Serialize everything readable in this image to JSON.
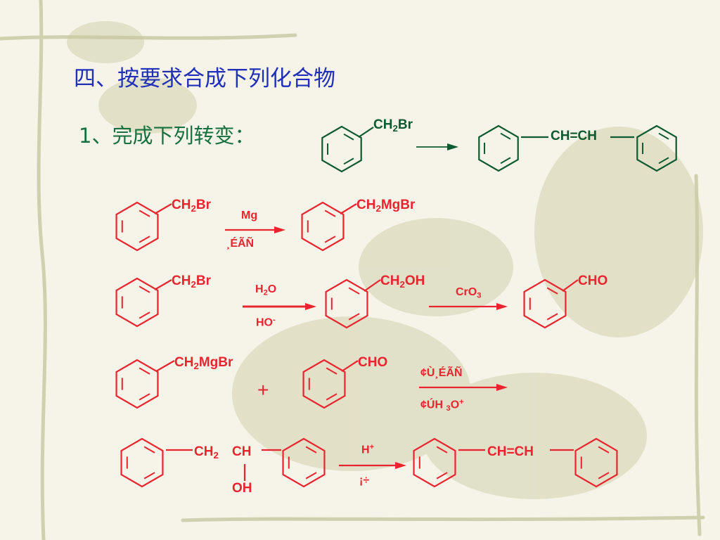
{
  "slide": {
    "title": "四、按要求合成下列化合物",
    "subtitle": "1、完成下列转变："
  },
  "target": {
    "start_group": {
      "pre": "CH",
      "sub": "2",
      "post": "Br"
    },
    "product_group": "CH=CH"
  },
  "steps": [
    {
      "reactant": {
        "pre": "CH",
        "sub": "2",
        "post": "Br"
      },
      "reagent_top": "Mg",
      "reagent_bottom": "¸ÉÃÑ",
      "product": {
        "pre": "CH",
        "sub": "2",
        "post": "MgBr"
      }
    },
    {
      "reactant": {
        "pre": "CH",
        "sub": "2",
        "post": "Br"
      },
      "reagent_top": {
        "pre": "H",
        "sub": "2",
        "post": "O"
      },
      "reagent_bottom": {
        "pre": "HO",
        "sup": "-"
      },
      "intermediate": {
        "pre": "CH",
        "sub": "2",
        "post": "OH"
      },
      "reagent2": {
        "pre": "CrO",
        "sub": "3"
      },
      "product": "CHO"
    },
    {
      "reactant": {
        "pre": "CH",
        "sub": "2",
        "post": "MgBr"
      },
      "plus": "+",
      "reactant2": "CHO",
      "reagent_top": "¢Ù¸ÉÃÑ",
      "reagent_bottom": {
        "pre": "¢ÚH ",
        "sub": "3",
        "post": "O",
        "sup": "+"
      }
    },
    {
      "reactant": {
        "pre": "CH",
        "sub": "2",
        "mid": "CH",
        "oh": "OH"
      },
      "reagent_top": {
        "pre": "H",
        "sup": "+"
      },
      "reagent_bottom": "¡÷",
      "product": "CH=CH"
    }
  ],
  "colors": {
    "title": "#1f2fb8",
    "subtitle": "#177040",
    "target_scheme": "#0d5a30",
    "answer_scheme": "#e8242e",
    "leaf_decoration": "#b7bb8f"
  }
}
